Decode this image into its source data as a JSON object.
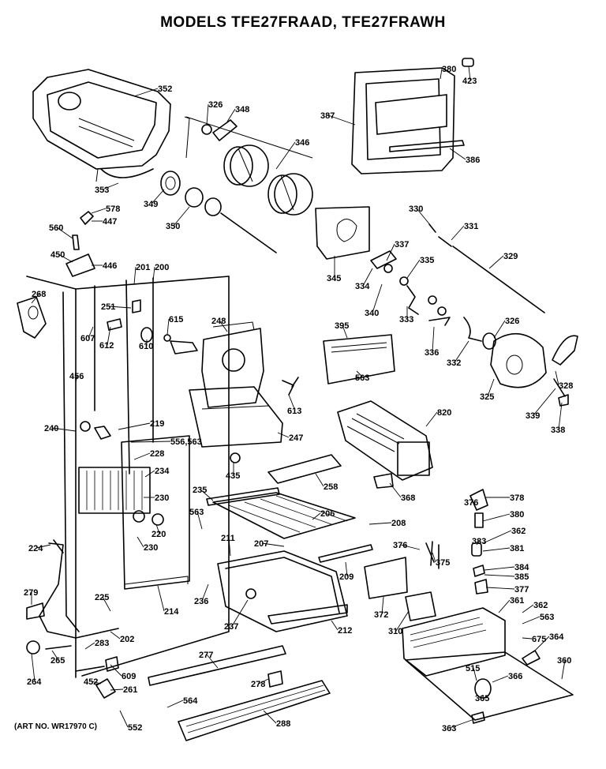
{
  "diagram": {
    "title": "MODELS TFE27FRAAD, TFE27FRAWH",
    "art_number": "(ART NO. WR17970 C)",
    "part_labels": [
      "352",
      "326",
      "348",
      "346",
      "380",
      "423",
      "387",
      "386",
      "353",
      "349",
      "350",
      "330",
      "331",
      "578",
      "447",
      "560",
      "345",
      "337",
      "335",
      "329",
      "450",
      "446",
      "334",
      "340",
      "333",
      "201",
      "200",
      "268",
      "251",
      "615",
      "248",
      "395",
      "326",
      "607",
      "612",
      "610",
      "563",
      "336",
      "332",
      "325",
      "328",
      "456",
      "613",
      "820",
      "339",
      "338",
      "240",
      "219",
      "556,563",
      "228",
      "247",
      "435",
      "234",
      "258",
      "368",
      "230",
      "235",
      "376",
      "378",
      "380",
      "362",
      "563",
      "206",
      "208",
      "220",
      "211",
      "207",
      "383",
      "381",
      "230",
      "376",
      "375",
      "384",
      "224",
      "209",
      "385",
      "377",
      "372",
      "361",
      "362",
      "279",
      "225",
      "236",
      "214",
      "237",
      "212",
      "310",
      "563",
      "675",
      "364",
      "202",
      "283",
      "277",
      "360",
      "265",
      "264",
      "609",
      "278",
      "515",
      "366",
      "452",
      "261",
      "564",
      "365",
      "552",
      "288",
      "363"
    ]
  }
}
